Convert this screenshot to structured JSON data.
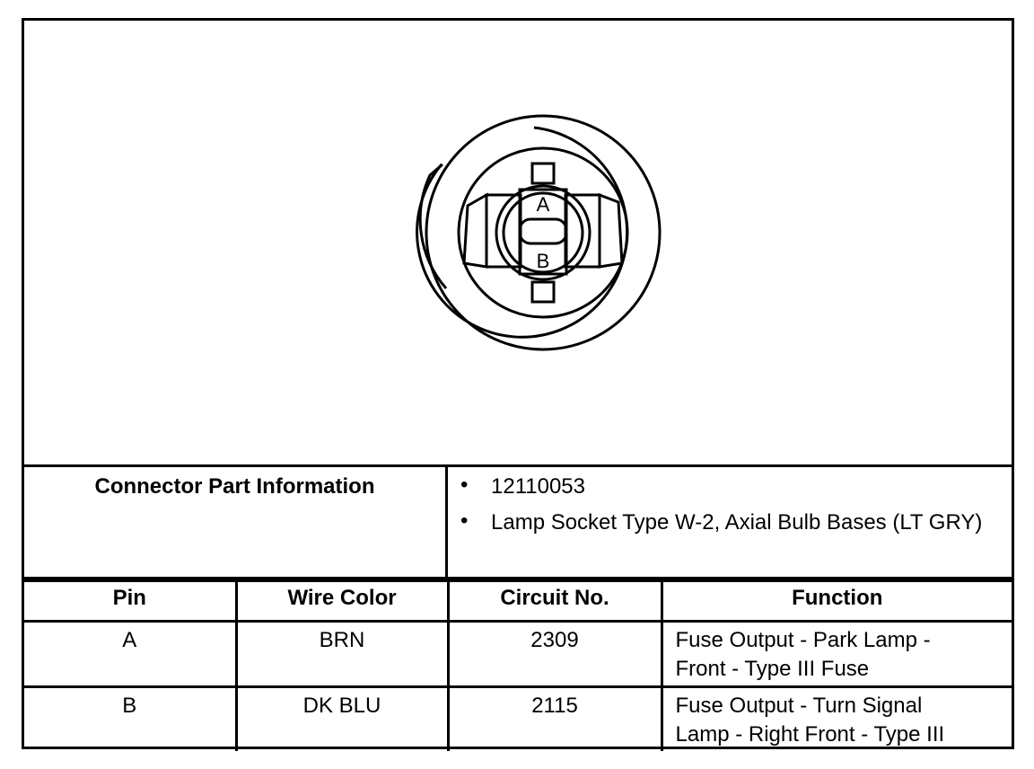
{
  "connector": {
    "pin_labels": [
      "A",
      "B"
    ]
  },
  "part_info": {
    "label": "Connector Part Information",
    "items": [
      "12110053",
      "Lamp Socket Type W-2, Axial Bulb Bases (LT GRY)"
    ]
  },
  "pin_table": {
    "headers": [
      "Pin",
      "Wire Color",
      "Circuit No.",
      "Function"
    ],
    "rows": [
      {
        "pin": "A",
        "wire_color": "BRN",
        "circuit": "2309",
        "function_line1": "Fuse Output - Park Lamp -",
        "function_line2": "Front - Type III Fuse"
      },
      {
        "pin": "B",
        "wire_color": "DK BLU",
        "circuit": "2115",
        "function_line1": "Fuse Output - Turn Signal",
        "function_line2": "Lamp - Right Front - Type III"
      }
    ]
  }
}
